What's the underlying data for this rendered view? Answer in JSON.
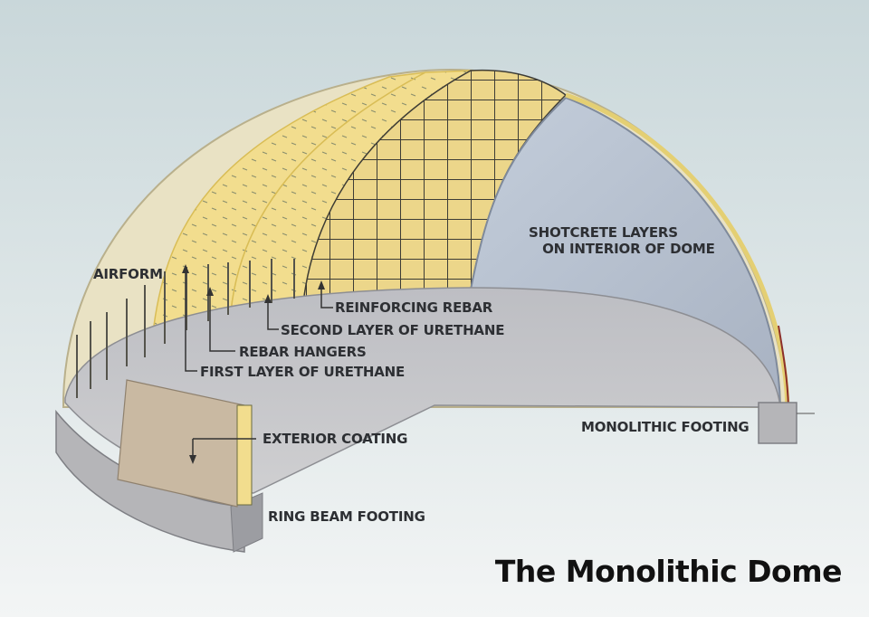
{
  "title": "The Monolithic Dome",
  "labels": {
    "airform": "AIRFORM",
    "shotcrete": "SHOTCRETE LAYERS\n   ON INTERIOR OF DOME",
    "reinforcing_rebar": "REINFORCING REBAR",
    "second_urethane": "SECOND LAYER OF URETHANE",
    "rebar_hangers": "REBAR HANGERS",
    "first_urethane": "FIRST LAYER OF URETHANE",
    "exterior_coating": "EXTERIOR COATING",
    "monolithic_footing": "MONOLITHIC FOOTING",
    "ring_beam_footing": "RING BEAM FOOTING"
  },
  "colors": {
    "airform": "#e9e2c4",
    "urethane": "#f2dd8e",
    "urethane_edge": "#d9bd56",
    "rebar": "#3d3c36",
    "shotcrete": "#b9c3d2",
    "shotcrete_dark": "#9ea8b8",
    "floor": "#c7c7c9",
    "footing": "#b5b5b8",
    "coating": "#c9b9a2",
    "dots": "#8a8f6d"
  }
}
